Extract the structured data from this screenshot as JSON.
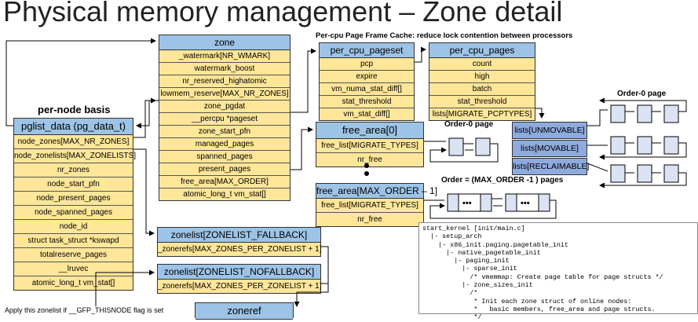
{
  "title": "Physical memory management – Zone detail",
  "pernode_label": "per-node basis",
  "pgdat": {
    "header": "pglist_data (pg_data_t)",
    "rows": [
      "node_zones[MAX_NR_ZONES]",
      "node_zonelists[MAX_ZONELISTS]",
      "nr_zones",
      "node_start_pfn",
      "node_present_pages",
      "node_spanned_pages",
      "node_id",
      "struct task_struct *kswapd",
      "totalreserve_pages",
      "__lruvec",
      "atomic_long_t vm_stat[]"
    ]
  },
  "zone": {
    "header": "zone",
    "rows": [
      "_watermark[NR_WMARK]",
      "watermark_boost",
      "nr_reserved_highatomic",
      "lowmem_reserve[MAX_NR_ZONES]",
      "zone_pgdat",
      "__percpu *pageset",
      "zone_start_pfn",
      "managed_pages",
      "spanned_pages",
      "present_pages",
      "free_area[MAX_ORDER]",
      "atomic_long_t vm_stat[]"
    ]
  },
  "pcp_caption": "Per-cpu Page Frame Cache: reduce lock contention between processors",
  "pageset": {
    "header": "per_cpu_pageset",
    "rows": [
      "pcp",
      "expire",
      "vm_numa_stat_diff[]",
      "stat_threshold",
      "vm_stat_diff[]"
    ]
  },
  "pages": {
    "header": "per_cpu_pages",
    "rows": [
      "count",
      "high",
      "batch",
      "stat_threshold",
      "lists[MIGRATE_PCPTYPES]"
    ]
  },
  "free_area0": {
    "header": "free_area[0]",
    "rows": [
      "free_list[MIGRATE_TYPES]",
      "nr_free"
    ]
  },
  "free_area_max": {
    "header": "free_area[MAX_ORDER – 1]",
    "rows": [
      "free_list[MIGRATE_TYPES]",
      "nr_free"
    ]
  },
  "order0_label": "Order-0 page",
  "order0_label2": "Order-0 page",
  "ordermax_label": "Order = (MAX_ORDER -1 ) pages",
  "migrate_lists": [
    "lists[UNMOVABLE]",
    "lists[MOVABLE]",
    "lists[RECLAIMABLE]"
  ],
  "dots": "•••",
  "zonelist_fallback": {
    "header": "zonelist[ZONELIST_FALLBACK]",
    "row": "_zonerefs[MAX_ZONES_PER_ZONELIST + 1]"
  },
  "zonelist_nofallback": {
    "header": "zonelist[ZONELIST_NOFALLBACK]",
    "row": "_zonerefs[MAX_ZONES_PER_ZONELIST + 1]"
  },
  "zoneref": {
    "header": "zoneref"
  },
  "note": "Apply this zonelist if __GFP_THISNODE flag is set",
  "code_lines": [
    "start_kernel [init/main.c]",
    "  |- setup_arch",
    "    |- x86_init.paging.pagetable_init",
    "      |- native_pagetable_init",
    "        |- paging_init",
    "          |- sparse_init",
    "            /* vmemmap: Create page table for page structs */",
    "          |- zone_sizes_init",
    "            /*",
    "             * Init each zone struct of online nodes:",
    "             *   basic members, free_area and page structs.",
    "             */"
  ]
}
